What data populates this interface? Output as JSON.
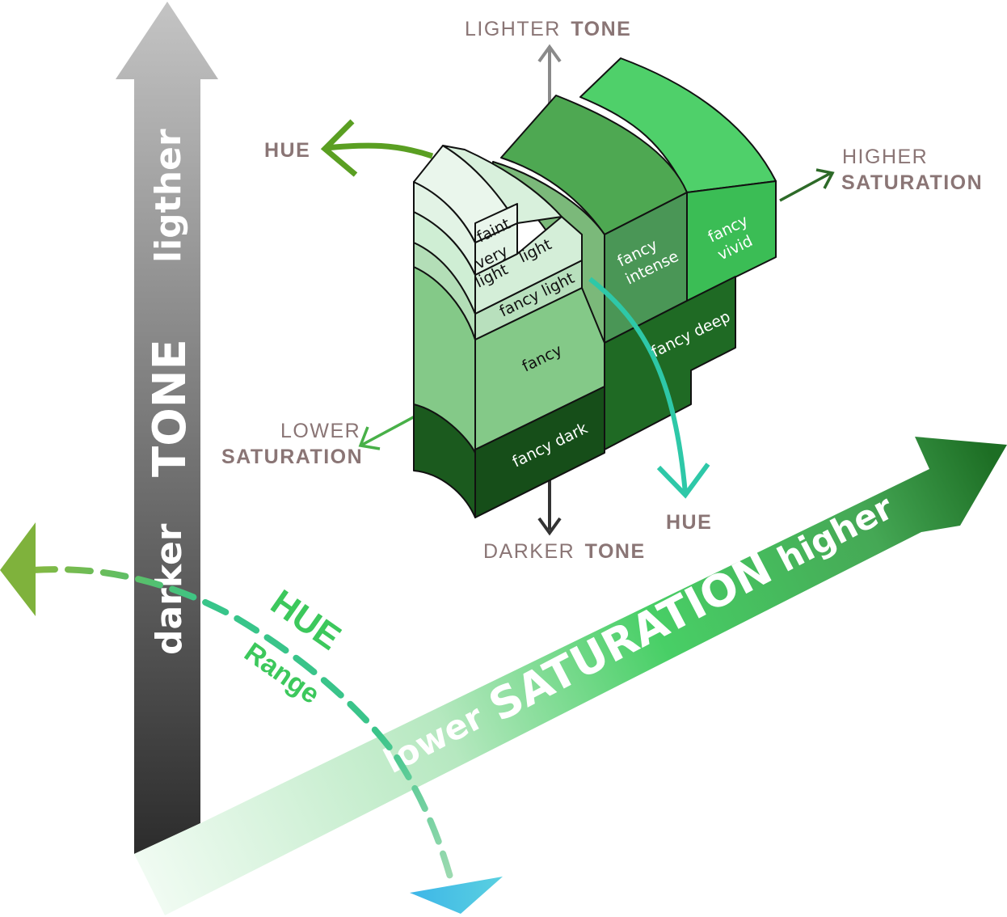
{
  "tone_axis": {
    "title": "TONE",
    "lighter": "ligther",
    "darker": "darker"
  },
  "saturation_axis": {
    "title": "SATURATION",
    "lower": "lower",
    "higher": "higher"
  },
  "hue_range": {
    "title": "HUE",
    "subtitle": "Range"
  },
  "callouts": {
    "lighter_tone": {
      "thin": "LIGHTER",
      "bold": "TONE"
    },
    "darker_tone": {
      "thin": "DARKER",
      "bold": "TONE"
    },
    "hue_top": "HUE",
    "hue_bottom": "HUE",
    "higher_saturation": {
      "thin": "HIGHER",
      "bold": "SATURATION"
    },
    "lower_saturation": {
      "thin": "LOWER",
      "bold": "SATURATION"
    }
  },
  "grades": {
    "faint": "faint",
    "very_light_1": "very",
    "very_light_2": "light",
    "light": "light",
    "fancy_light": "fancy light",
    "fancy": "fancy",
    "fancy_dark": "fancy dark",
    "fancy_intense_1": "fancy",
    "fancy_intense_2": "intense",
    "fancy_vivid_1": "fancy",
    "fancy_vivid_2": "vivid",
    "fancy_deep": "fancy deep"
  },
  "colors": {
    "faint": "#eaf6ec",
    "very_light": "#e2f3e5",
    "light": "#d4eed8",
    "fancy_light": "#b8e0bd",
    "fancy": "#84c988",
    "fancy_dark": "#1b5a1e",
    "fancy_intense": "#4a9a52",
    "fancy_vivid": "#3fbf57",
    "fancy_deep": "#1f6a24"
  }
}
